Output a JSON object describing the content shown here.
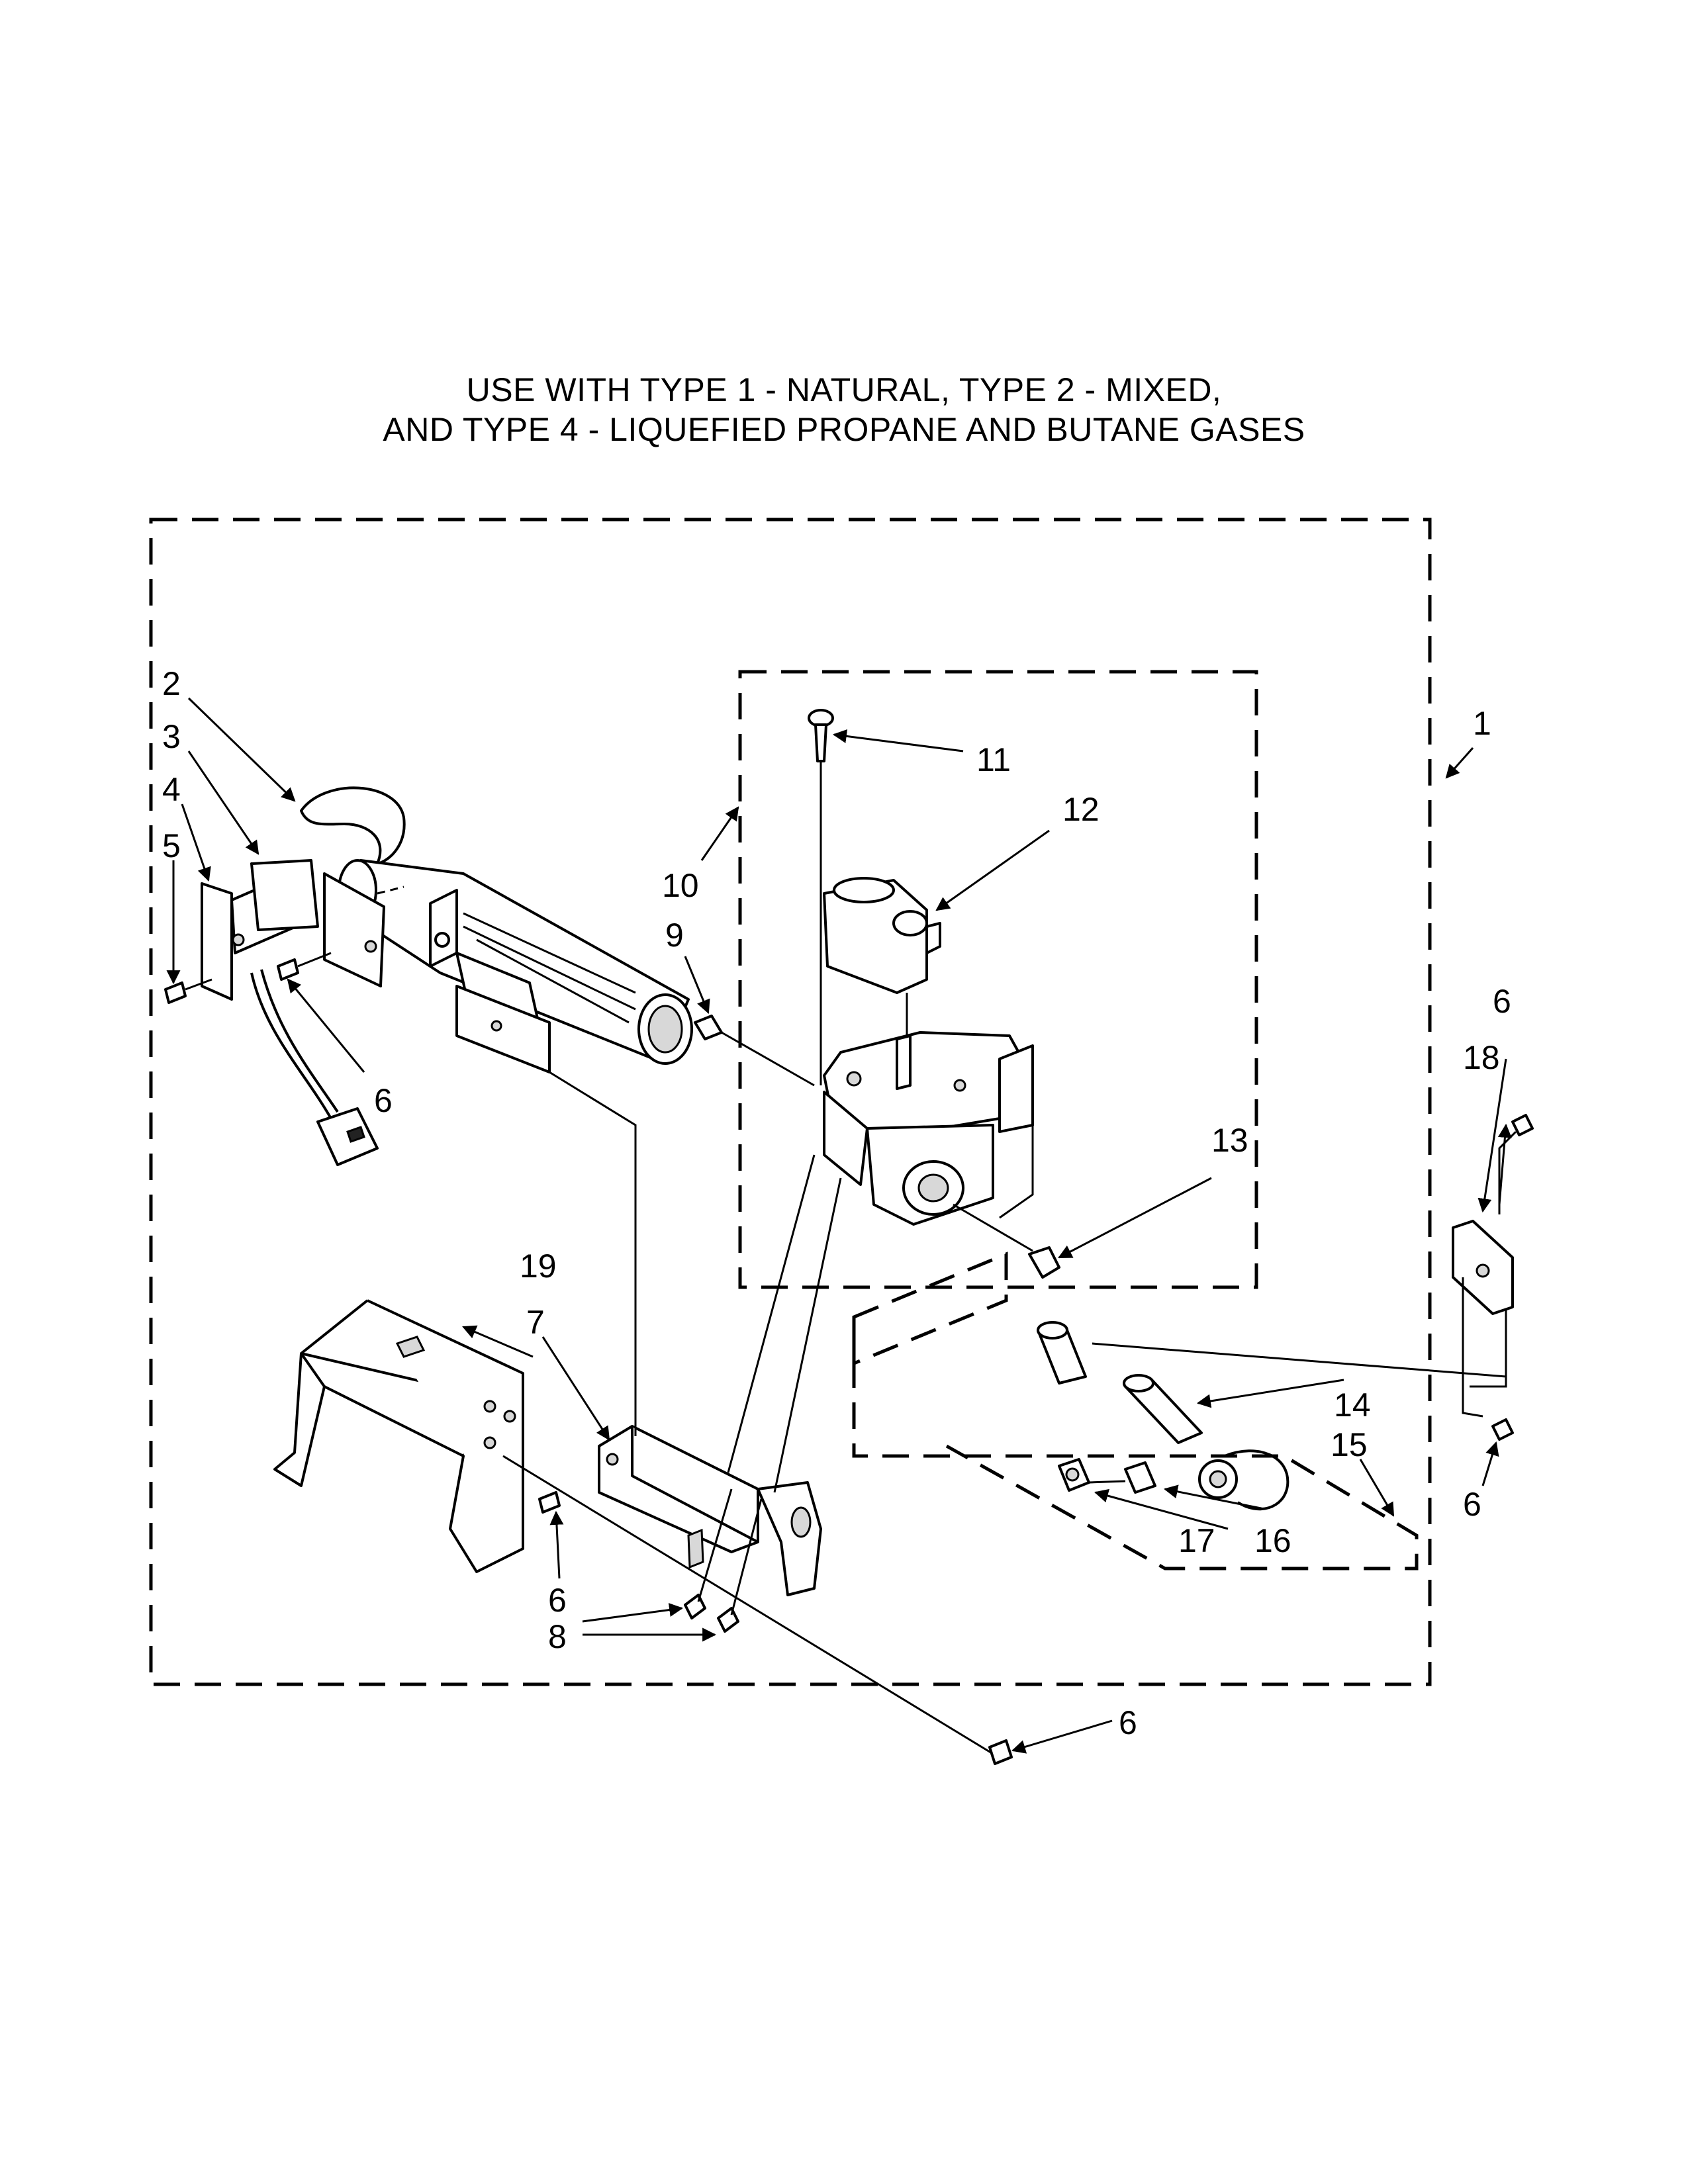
{
  "title": {
    "line1": "USE WITH TYPE 1 - NATURAL, TYPE 2 - MIXED,",
    "line2": "AND TYPE 4 - LIQUEFIED PROPANE AND BUTANE GASES"
  },
  "callouts": {
    "c1": "1",
    "c2": "2",
    "c3": "3",
    "c4": "4",
    "c5": "5",
    "c6a": "6",
    "c6b": "6",
    "c6c": "6",
    "c6d": "6",
    "c6e": "6",
    "c7": "7",
    "c8": "8",
    "c9": "9",
    "c10": "10",
    "c11": "11",
    "c12": "12",
    "c13": "13",
    "c14": "14",
    "c15": "15",
    "c16": "16",
    "c17": "17",
    "c18": "18",
    "c19": "19"
  }
}
